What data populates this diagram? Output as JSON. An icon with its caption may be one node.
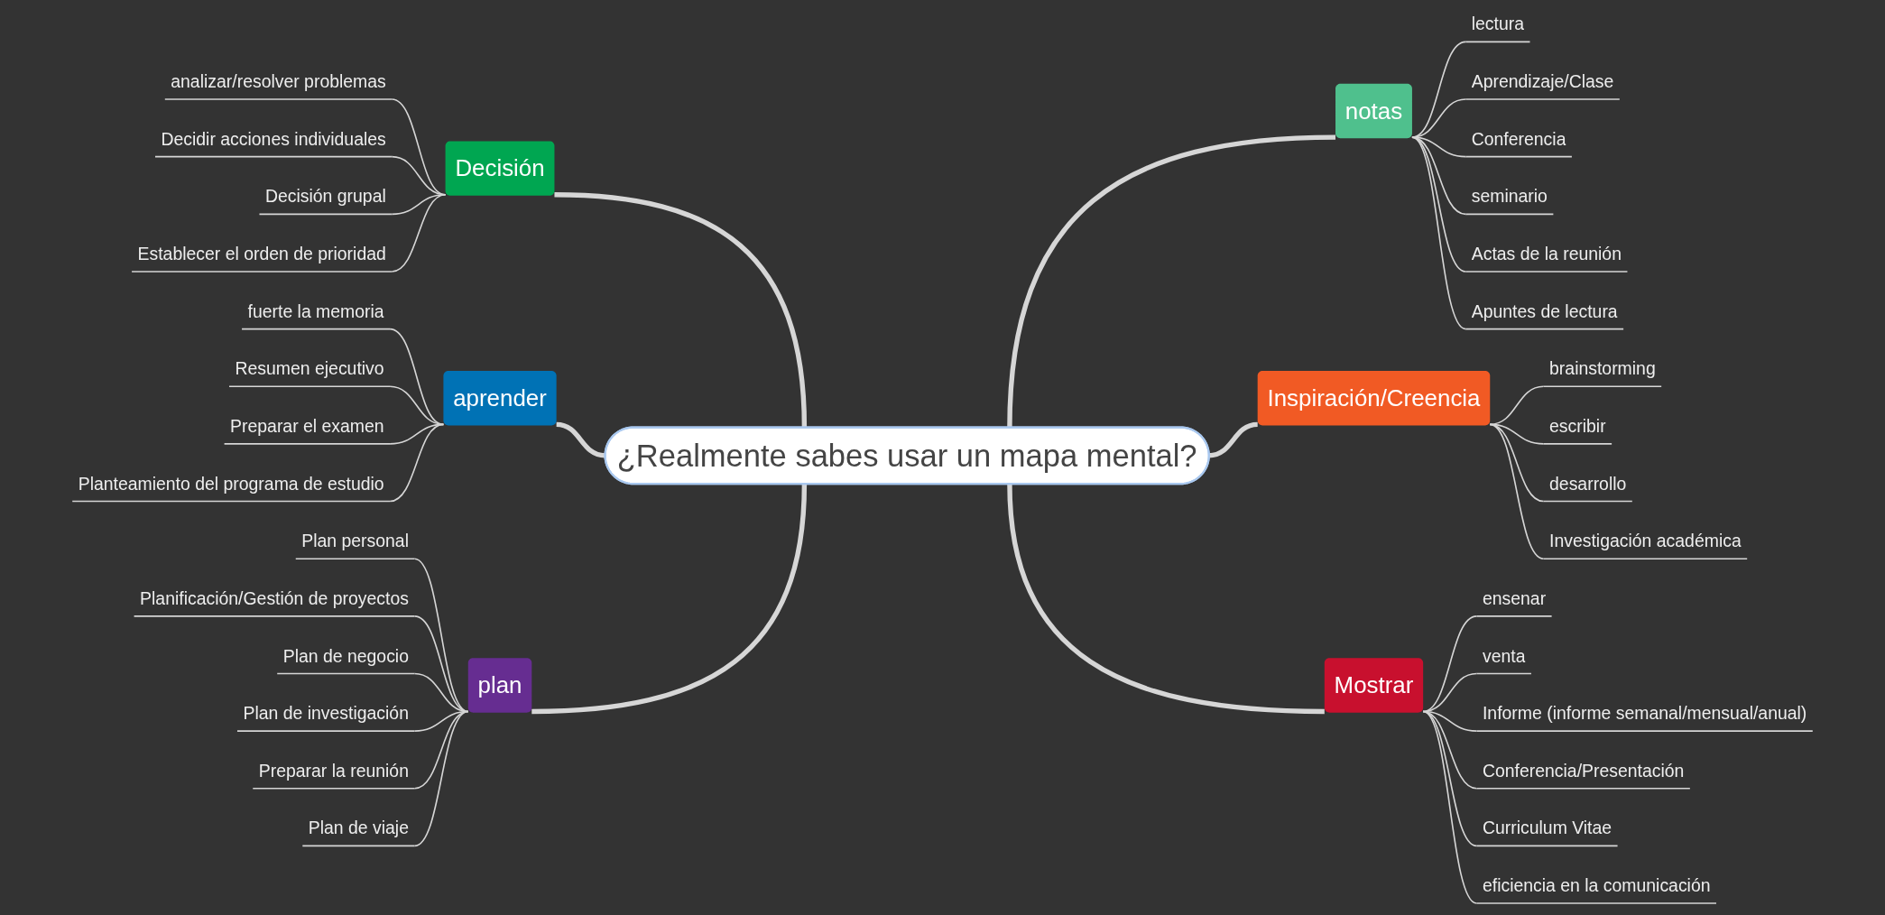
{
  "diagram": {
    "nodes": [
      {
        "text": [
          "¿Realmente sabes usar un mapa mental?"
        ]
      },
      {
        "text": [
          "Decisión"
        ]
      },
      {
        "text": [
          "analizar/resolver problemas"
        ]
      },
      {
        "text": [
          "Decidir acciones individuales"
        ]
      },
      {
        "text": [
          "Decisión grupal"
        ]
      },
      {
        "text": [
          "Establecer el orden de prioridad"
        ]
      },
      {
        "text": [
          "aprender"
        ]
      },
      {
        "text": [
          "fuerte la memoria"
        ]
      },
      {
        "text": [
          "Resumen ejecutivo"
        ]
      },
      {
        "text": [
          "Preparar el examen"
        ]
      },
      {
        "text": [
          "Planteamiento del programa de estudio"
        ]
      },
      {
        "text": [
          "plan"
        ]
      },
      {
        "text": [
          "Plan personal"
        ]
      },
      {
        "text": [
          "Planificación/Gestión de proyectos"
        ]
      },
      {
        "text": [
          "Plan de negocio"
        ]
      },
      {
        "text": [
          "Plan de investigación"
        ]
      },
      {
        "text": [
          "Preparar la reunión"
        ]
      },
      {
        "text": [
          "Plan de viaje"
        ]
      },
      {
        "text": [
          "notas"
        ]
      },
      {
        "text": [
          "lectura"
        ]
      },
      {
        "text": [
          "Aprendizaje/Clase"
        ]
      },
      {
        "text": [
          "Conferencia"
        ]
      },
      {
        "text": [
          "seminario"
        ]
      },
      {
        "text": [
          "Actas de la reunión"
        ]
      },
      {
        "text": [
          "Apuntes de lectura"
        ]
      },
      {
        "text": [
          "Inspiración/Creencia"
        ]
      },
      {
        "text": [
          "brainstorming"
        ]
      },
      {
        "text": [
          "escribir"
        ]
      },
      {
        "text": [
          "desarrollo"
        ]
      },
      {
        "text": [
          "Investigación académica"
        ]
      },
      {
        "text": [
          "Mostrar"
        ]
      },
      {
        "text": [
          "ensenar"
        ]
      },
      {
        "text": [
          "venta"
        ]
      },
      {
        "text": [
          "Informe (informe semanal/mensual/anual)"
        ]
      },
      {
        "text": [
          "Conferencia/Presentación"
        ]
      },
      {
        "text": [
          "Curriculum Vitae"
        ]
      },
      {
        "text": [
          "eficiencia en la comunicación"
        ]
      }
    ],
    "edges": [
      {
        "from": 2,
        "to": 1,
        "arrow": "none"
      },
      {
        "from": 3,
        "to": 1,
        "arrow": "none"
      },
      {
        "from": 4,
        "to": 1,
        "arrow": "none"
      },
      {
        "from": 5,
        "to": 1,
        "arrow": "none"
      },
      {
        "from": 1,
        "to": 0,
        "arrow": "none",
        "style": "thick"
      },
      {
        "from": 7,
        "to": 6,
        "arrow": "none"
      },
      {
        "from": 8,
        "to": 6,
        "arrow": "none"
      },
      {
        "from": 9,
        "to": 6,
        "arrow": "none"
      },
      {
        "from": 10,
        "to": 6,
        "arrow": "none"
      },
      {
        "from": 6,
        "to": 0,
        "arrow": "none",
        "style": "thick"
      },
      {
        "from": 12,
        "to": 11,
        "arrow": "none"
      },
      {
        "from": 13,
        "to": 11,
        "arrow": "none"
      },
      {
        "from": 14,
        "to": 11,
        "arrow": "none"
      },
      {
        "from": 15,
        "to": 11,
        "arrow": "none"
      },
      {
        "from": 16,
        "to": 11,
        "arrow": "none"
      },
      {
        "from": 17,
        "to": 11,
        "arrow": "none"
      },
      {
        "from": 11,
        "to": 0,
        "arrow": "none",
        "style": "thick"
      },
      {
        "from": 0,
        "to": 18,
        "arrow": "none",
        "style": "thick"
      },
      {
        "from": 18,
        "to": 19,
        "arrow": "none"
      },
      {
        "from": 18,
        "to": 20,
        "arrow": "none"
      },
      {
        "from": 18,
        "to": 21,
        "arrow": "none"
      },
      {
        "from": 18,
        "to": 22,
        "arrow": "none"
      },
      {
        "from": 18,
        "to": 23,
        "arrow": "none"
      },
      {
        "from": 18,
        "to": 24,
        "arrow": "none"
      },
      {
        "from": 0,
        "to": 25,
        "arrow": "none",
        "style": "thick"
      },
      {
        "from": 25,
        "to": 26,
        "arrow": "none"
      },
      {
        "from": 25,
        "to": 27,
        "arrow": "none"
      },
      {
        "from": 25,
        "to": 28,
        "arrow": "none"
      },
      {
        "from": 25,
        "to": 29,
        "arrow": "none"
      },
      {
        "from": 0,
        "to": 30,
        "arrow": "none",
        "style": "thick"
      },
      {
        "from": 30,
        "to": 31,
        "arrow": "none"
      },
      {
        "from": 30,
        "to": 32,
        "arrow": "none"
      },
      {
        "from": 30,
        "to": 33,
        "arrow": "none"
      },
      {
        "from": 30,
        "to": 34,
        "arrow": "none"
      },
      {
        "from": 30,
        "to": 35,
        "arrow": "none"
      },
      {
        "from": 30,
        "to": 36,
        "arrow": "none"
      }
    ]
  }
}
